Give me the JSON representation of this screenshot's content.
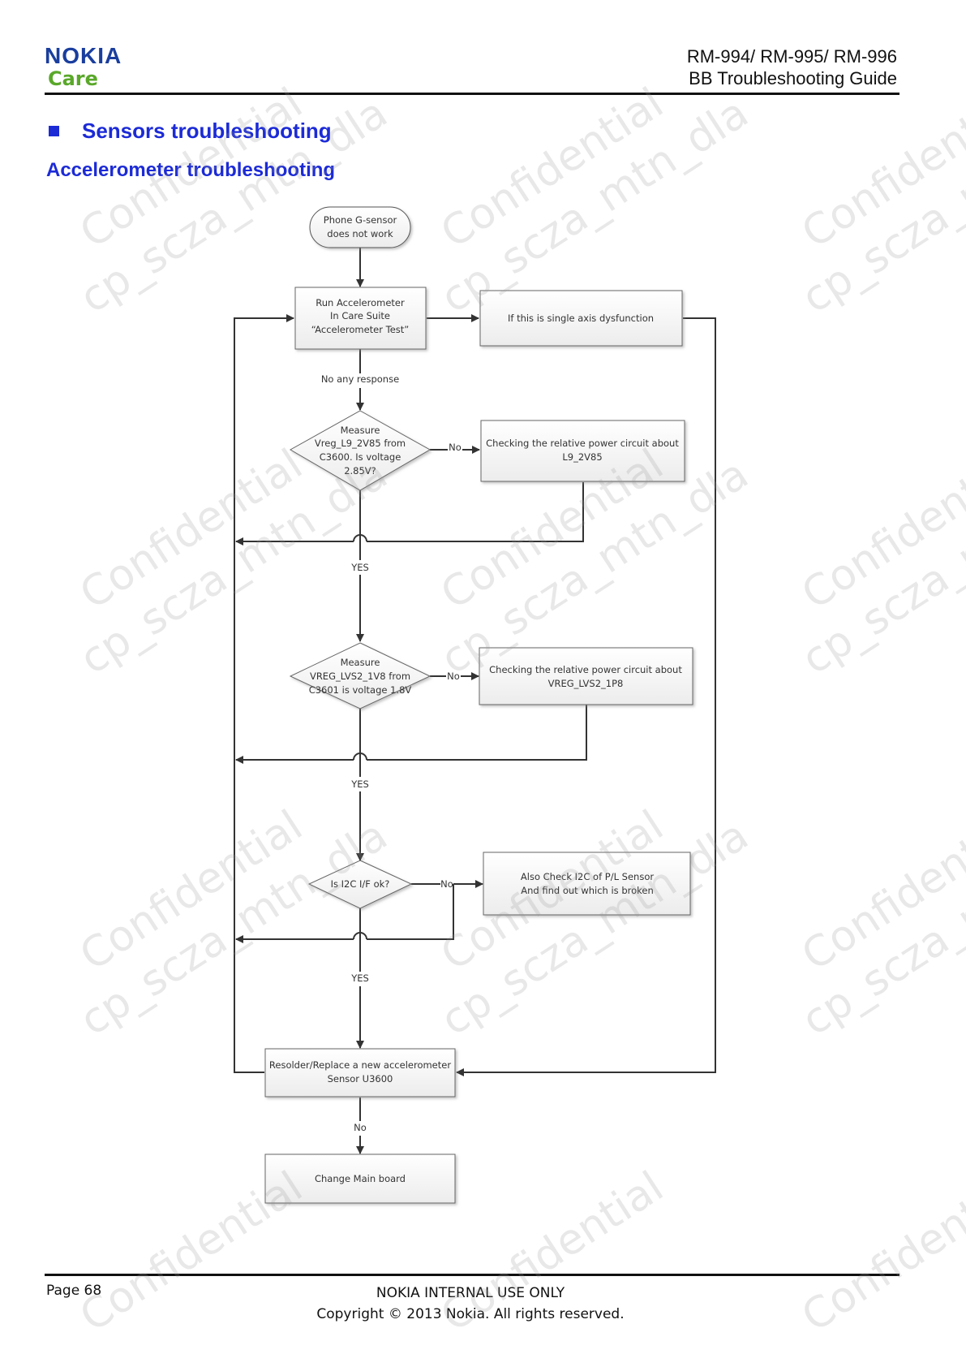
{
  "header": {
    "logo_brand": "NOKIA",
    "logo_sub": "Care",
    "model_line": "RM-994/ RM-995/ RM-996",
    "guide_line": "BB Troubleshooting Guide"
  },
  "section_title": "Sensors troubleshooting",
  "subsection_title": "Accelerometer troubleshooting",
  "flowchart": {
    "start": [
      "Phone G-sensor",
      "does not work"
    ],
    "run_test": [
      "Run Accelerometer",
      "In Care Suite",
      "“Accelerometer Test”"
    ],
    "single_axis": "If this is single axis dysfunction",
    "no_response": "No any response",
    "measure1": [
      "Measure",
      "Vreg_L9_2V85 from",
      "C3600. Is voltage",
      "2.85V?"
    ],
    "check1": [
      "Checking the relative power circuit about",
      "L9_2V85"
    ],
    "measure2": [
      "Measure",
      "VREG_LVS2_1V8 from",
      "C3601 is voltage 1.8V"
    ],
    "check2": [
      "Checking the relative power circuit about",
      "VREG_LVS2_1P8"
    ],
    "i2c": "Is I2C I/F ok?",
    "check3": [
      "Also Check  I2C of P/L Sensor",
      "And find out which is broken"
    ],
    "resolder": [
      "Resolder/Replace a new accelerometer",
      "Sensor U3600"
    ],
    "change_board": "Change Main board",
    "label_no": "No",
    "label_yes": "YES"
  },
  "footer": {
    "page": "Page 68",
    "internal": "NOKIA INTERNAL USE ONLY",
    "copyright": "Copyright © 2013 Nokia. All rights reserved."
  },
  "watermark": {
    "line1": "Confidential",
    "line2": "cp_scza_mtn_dla"
  },
  "colors": {
    "heading_blue": "#1c2bd6",
    "nokia_blue": "#1a3e9e",
    "care_green": "#5aa82a"
  }
}
